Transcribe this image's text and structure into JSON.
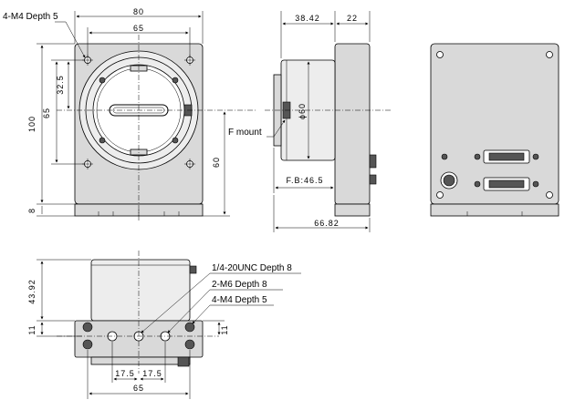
{
  "front_view": {
    "width_80": "80",
    "width_65": "65",
    "height_100": "100",
    "height_65": "65",
    "height_32_5": "32.5",
    "height_60": "60",
    "base_8": "8",
    "hole_note": "4-M4 Depth 5"
  },
  "side_view": {
    "length_38_42": "38.42",
    "length_22": "22",
    "diameter": "ϕ60",
    "mount_label": "F mount",
    "flange_back": "F.B:46.5",
    "total_length": "66.82"
  },
  "bottom_view": {
    "height_43_92": "43.92",
    "height_11_left": "11",
    "height_11_right": "11",
    "spacing_left": "17.5",
    "spacing_right": "17.5",
    "width_65": "65",
    "tripod_note": "1/4-20UNC Depth 8",
    "m6_note": "2-M6 Depth 8",
    "m4_note": "4-M4 Depth 5"
  }
}
